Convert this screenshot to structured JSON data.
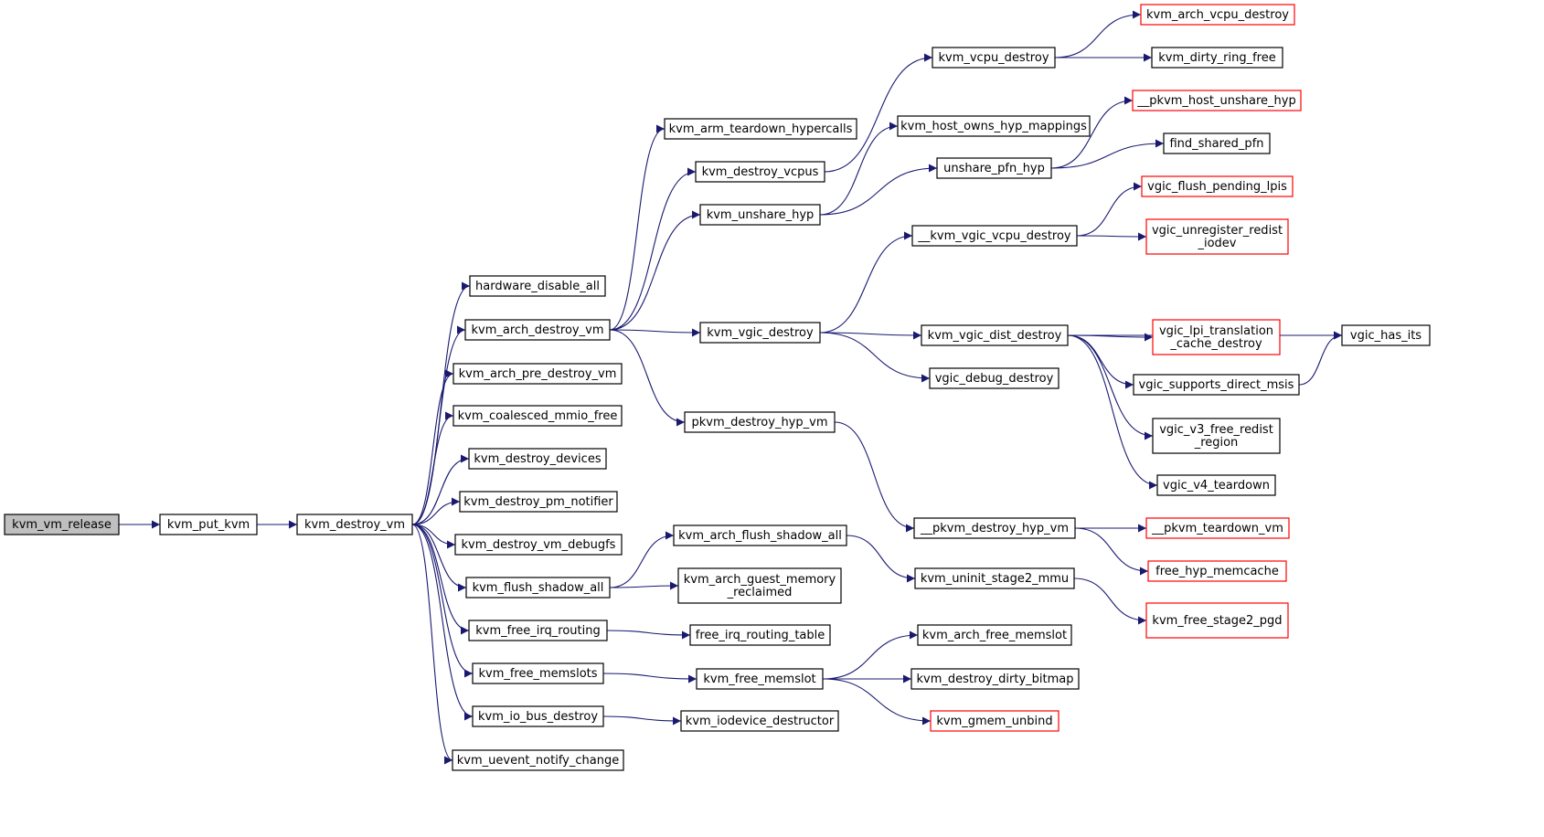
{
  "colors": {
    "edge": "#191970",
    "root_fill": "#bfbfbf",
    "default_border": "#000000",
    "truncated_border": "#ff0000",
    "node_fill": "#ffffff"
  },
  "nodes": [
    {
      "id": "kvm_vm_release",
      "lines": [
        "kvm_vm_release"
      ],
      "kind": "root"
    },
    {
      "id": "kvm_put_kvm",
      "lines": [
        "kvm_put_kvm"
      ],
      "kind": "normal"
    },
    {
      "id": "kvm_destroy_vm",
      "lines": [
        "kvm_destroy_vm"
      ],
      "kind": "normal"
    },
    {
      "id": "hardware_disable_all",
      "lines": [
        "hardware_disable_all"
      ],
      "kind": "normal"
    },
    {
      "id": "kvm_arch_destroy_vm",
      "lines": [
        "kvm_arch_destroy_vm"
      ],
      "kind": "normal"
    },
    {
      "id": "kvm_arch_pre_destroy_vm",
      "lines": [
        "kvm_arch_pre_destroy_vm"
      ],
      "kind": "normal"
    },
    {
      "id": "kvm_coalesced_mmio_free",
      "lines": [
        "kvm_coalesced_mmio_free"
      ],
      "kind": "normal"
    },
    {
      "id": "kvm_destroy_devices",
      "lines": [
        "kvm_destroy_devices"
      ],
      "kind": "normal"
    },
    {
      "id": "kvm_destroy_pm_notifier",
      "lines": [
        "kvm_destroy_pm_notifier"
      ],
      "kind": "normal"
    },
    {
      "id": "kvm_destroy_vm_debugfs",
      "lines": [
        "kvm_destroy_vm_debugfs"
      ],
      "kind": "normal"
    },
    {
      "id": "kvm_flush_shadow_all",
      "lines": [
        "kvm_flush_shadow_all"
      ],
      "kind": "normal"
    },
    {
      "id": "kvm_free_irq_routing",
      "lines": [
        "kvm_free_irq_routing"
      ],
      "kind": "normal"
    },
    {
      "id": "kvm_free_memslots",
      "lines": [
        "kvm_free_memslots"
      ],
      "kind": "normal"
    },
    {
      "id": "kvm_io_bus_destroy",
      "lines": [
        "kvm_io_bus_destroy"
      ],
      "kind": "normal"
    },
    {
      "id": "kvm_uevent_notify_change",
      "lines": [
        "kvm_uevent_notify_change"
      ],
      "kind": "normal"
    },
    {
      "id": "kvm_arm_teardown_hypercalls",
      "lines": [
        "kvm_arm_teardown_hypercalls"
      ],
      "kind": "normal"
    },
    {
      "id": "kvm_destroy_vcpus",
      "lines": [
        "kvm_destroy_vcpus"
      ],
      "kind": "normal"
    },
    {
      "id": "kvm_unshare_hyp",
      "lines": [
        "kvm_unshare_hyp"
      ],
      "kind": "normal"
    },
    {
      "id": "kvm_vgic_destroy",
      "lines": [
        "kvm_vgic_destroy"
      ],
      "kind": "normal"
    },
    {
      "id": "pkvm_destroy_hyp_vm",
      "lines": [
        "pkvm_destroy_hyp_vm"
      ],
      "kind": "normal"
    },
    {
      "id": "kvm_arch_flush_shadow_all",
      "lines": [
        "kvm_arch_flush_shadow_all"
      ],
      "kind": "normal"
    },
    {
      "id": "kvm_arch_guest_memory_reclaimed",
      "lines": [
        "kvm_arch_guest_memory",
        "_reclaimed"
      ],
      "kind": "normal"
    },
    {
      "id": "free_irq_routing_table",
      "lines": [
        "free_irq_routing_table"
      ],
      "kind": "normal"
    },
    {
      "id": "kvm_free_memslot",
      "lines": [
        "kvm_free_memslot"
      ],
      "kind": "normal"
    },
    {
      "id": "kvm_iodevice_destructor",
      "lines": [
        "kvm_iodevice_destructor"
      ],
      "kind": "normal"
    },
    {
      "id": "kvm_vcpu_destroy",
      "lines": [
        "kvm_vcpu_destroy"
      ],
      "kind": "normal"
    },
    {
      "id": "kvm_host_owns_hyp_mappings",
      "lines": [
        "kvm_host_owns_hyp_mappings"
      ],
      "kind": "normal"
    },
    {
      "id": "unshare_pfn_hyp",
      "lines": [
        "unshare_pfn_hyp"
      ],
      "kind": "normal"
    },
    {
      "id": "__kvm_vgic_vcpu_destroy",
      "lines": [
        "__kvm_vgic_vcpu_destroy"
      ],
      "kind": "normal"
    },
    {
      "id": "kvm_vgic_dist_destroy",
      "lines": [
        "kvm_vgic_dist_destroy"
      ],
      "kind": "normal"
    },
    {
      "id": "vgic_debug_destroy",
      "lines": [
        "vgic_debug_destroy"
      ],
      "kind": "normal"
    },
    {
      "id": "__pkvm_destroy_hyp_vm",
      "lines": [
        "__pkvm_destroy_hyp_vm"
      ],
      "kind": "normal"
    },
    {
      "id": "kvm_uninit_stage2_mmu",
      "lines": [
        "kvm_uninit_stage2_mmu"
      ],
      "kind": "normal"
    },
    {
      "id": "kvm_arch_free_memslot",
      "lines": [
        "kvm_arch_free_memslot"
      ],
      "kind": "normal"
    },
    {
      "id": "kvm_destroy_dirty_bitmap",
      "lines": [
        "kvm_destroy_dirty_bitmap"
      ],
      "kind": "normal"
    },
    {
      "id": "kvm_gmem_unbind",
      "lines": [
        "kvm_gmem_unbind"
      ],
      "kind": "truncated"
    },
    {
      "id": "kvm_arch_vcpu_destroy",
      "lines": [
        "kvm_arch_vcpu_destroy"
      ],
      "kind": "truncated"
    },
    {
      "id": "kvm_dirty_ring_free",
      "lines": [
        "kvm_dirty_ring_free"
      ],
      "kind": "normal"
    },
    {
      "id": "__pkvm_host_unshare_hyp",
      "lines": [
        "__pkvm_host_unshare_hyp"
      ],
      "kind": "truncated"
    },
    {
      "id": "find_shared_pfn",
      "lines": [
        "find_shared_pfn"
      ],
      "kind": "normal"
    },
    {
      "id": "vgic_flush_pending_lpis",
      "lines": [
        "vgic_flush_pending_lpis"
      ],
      "kind": "truncated"
    },
    {
      "id": "vgic_unregister_redist_iodev",
      "lines": [
        "vgic_unregister_redist",
        "_iodev"
      ],
      "kind": "truncated"
    },
    {
      "id": "vgic_lpi_translation_cache_destroy",
      "lines": [
        "vgic_lpi_translation",
        "_cache_destroy"
      ],
      "kind": "truncated"
    },
    {
      "id": "vgic_supports_direct_msis",
      "lines": [
        "vgic_supports_direct_msis"
      ],
      "kind": "normal"
    },
    {
      "id": "vgic_v3_free_redist_region",
      "lines": [
        "vgic_v3_free_redist",
        "_region"
      ],
      "kind": "normal"
    },
    {
      "id": "vgic_v4_teardown",
      "lines": [
        "vgic_v4_teardown"
      ],
      "kind": "normal"
    },
    {
      "id": "vgic_has_its",
      "lines": [
        "vgic_has_its"
      ],
      "kind": "normal"
    },
    {
      "id": "__pkvm_teardown_vm",
      "lines": [
        "__pkvm_teardown_vm"
      ],
      "kind": "truncated"
    },
    {
      "id": "free_hyp_memcache",
      "lines": [
        "free_hyp_memcache"
      ],
      "kind": "truncated"
    },
    {
      "id": "kvm_free_stage2_pgd",
      "lines": [
        "kvm_free_stage2_pgd"
      ],
      "kind": "truncated"
    }
  ],
  "edges": [
    [
      "kvm_vm_release",
      "kvm_put_kvm"
    ],
    [
      "kvm_put_kvm",
      "kvm_destroy_vm"
    ],
    [
      "kvm_destroy_vm",
      "hardware_disable_all"
    ],
    [
      "kvm_destroy_vm",
      "kvm_arch_destroy_vm"
    ],
    [
      "kvm_destroy_vm",
      "kvm_arch_pre_destroy_vm"
    ],
    [
      "kvm_destroy_vm",
      "kvm_coalesced_mmio_free"
    ],
    [
      "kvm_destroy_vm",
      "kvm_destroy_devices"
    ],
    [
      "kvm_destroy_vm",
      "kvm_destroy_pm_notifier"
    ],
    [
      "kvm_destroy_vm",
      "kvm_destroy_vm_debugfs"
    ],
    [
      "kvm_destroy_vm",
      "kvm_flush_shadow_all"
    ],
    [
      "kvm_destroy_vm",
      "kvm_free_irq_routing"
    ],
    [
      "kvm_destroy_vm",
      "kvm_free_memslots"
    ],
    [
      "kvm_destroy_vm",
      "kvm_io_bus_destroy"
    ],
    [
      "kvm_destroy_vm",
      "kvm_uevent_notify_change"
    ],
    [
      "kvm_arch_destroy_vm",
      "kvm_arm_teardown_hypercalls"
    ],
    [
      "kvm_arch_destroy_vm",
      "kvm_destroy_vcpus"
    ],
    [
      "kvm_arch_destroy_vm",
      "kvm_unshare_hyp"
    ],
    [
      "kvm_arch_destroy_vm",
      "kvm_vgic_destroy"
    ],
    [
      "kvm_arch_destroy_vm",
      "pkvm_destroy_hyp_vm"
    ],
    [
      "kvm_flush_shadow_all",
      "kvm_arch_flush_shadow_all"
    ],
    [
      "kvm_flush_shadow_all",
      "kvm_arch_guest_memory_reclaimed"
    ],
    [
      "kvm_free_irq_routing",
      "free_irq_routing_table"
    ],
    [
      "kvm_free_memslots",
      "kvm_free_memslot"
    ],
    [
      "kvm_io_bus_destroy",
      "kvm_iodevice_destructor"
    ],
    [
      "kvm_destroy_vcpus",
      "kvm_vcpu_destroy"
    ],
    [
      "kvm_unshare_hyp",
      "kvm_host_owns_hyp_mappings"
    ],
    [
      "kvm_unshare_hyp",
      "unshare_pfn_hyp"
    ],
    [
      "kvm_vgic_destroy",
      "__kvm_vgic_vcpu_destroy"
    ],
    [
      "kvm_vgic_destroy",
      "kvm_vgic_dist_destroy"
    ],
    [
      "kvm_vgic_destroy",
      "vgic_debug_destroy"
    ],
    [
      "pkvm_destroy_hyp_vm",
      "__pkvm_destroy_hyp_vm"
    ],
    [
      "kvm_arch_flush_shadow_all",
      "kvm_uninit_stage2_mmu"
    ],
    [
      "kvm_free_memslot",
      "kvm_arch_free_memslot"
    ],
    [
      "kvm_free_memslot",
      "kvm_destroy_dirty_bitmap"
    ],
    [
      "kvm_free_memslot",
      "kvm_gmem_unbind"
    ],
    [
      "kvm_vcpu_destroy",
      "kvm_arch_vcpu_destroy"
    ],
    [
      "kvm_vcpu_destroy",
      "kvm_dirty_ring_free"
    ],
    [
      "unshare_pfn_hyp",
      "__pkvm_host_unshare_hyp"
    ],
    [
      "unshare_pfn_hyp",
      "find_shared_pfn"
    ],
    [
      "__kvm_vgic_vcpu_destroy",
      "vgic_flush_pending_lpis"
    ],
    [
      "__kvm_vgic_vcpu_destroy",
      "vgic_unregister_redist_iodev"
    ],
    [
      "kvm_vgic_dist_destroy",
      "vgic_lpi_translation_cache_destroy"
    ],
    [
      "kvm_vgic_dist_destroy",
      "vgic_supports_direct_msis"
    ],
    [
      "kvm_vgic_dist_destroy",
      "vgic_v3_free_redist_region"
    ],
    [
      "kvm_vgic_dist_destroy",
      "vgic_v4_teardown"
    ],
    [
      "kvm_vgic_dist_destroy",
      "vgic_has_its"
    ],
    [
      "vgic_supports_direct_msis",
      "vgic_has_its"
    ],
    [
      "__pkvm_destroy_hyp_vm",
      "__pkvm_teardown_vm"
    ],
    [
      "__pkvm_destroy_hyp_vm",
      "free_hyp_memcache"
    ],
    [
      "kvm_uninit_stage2_mmu",
      "kvm_free_stage2_pgd"
    ]
  ]
}
